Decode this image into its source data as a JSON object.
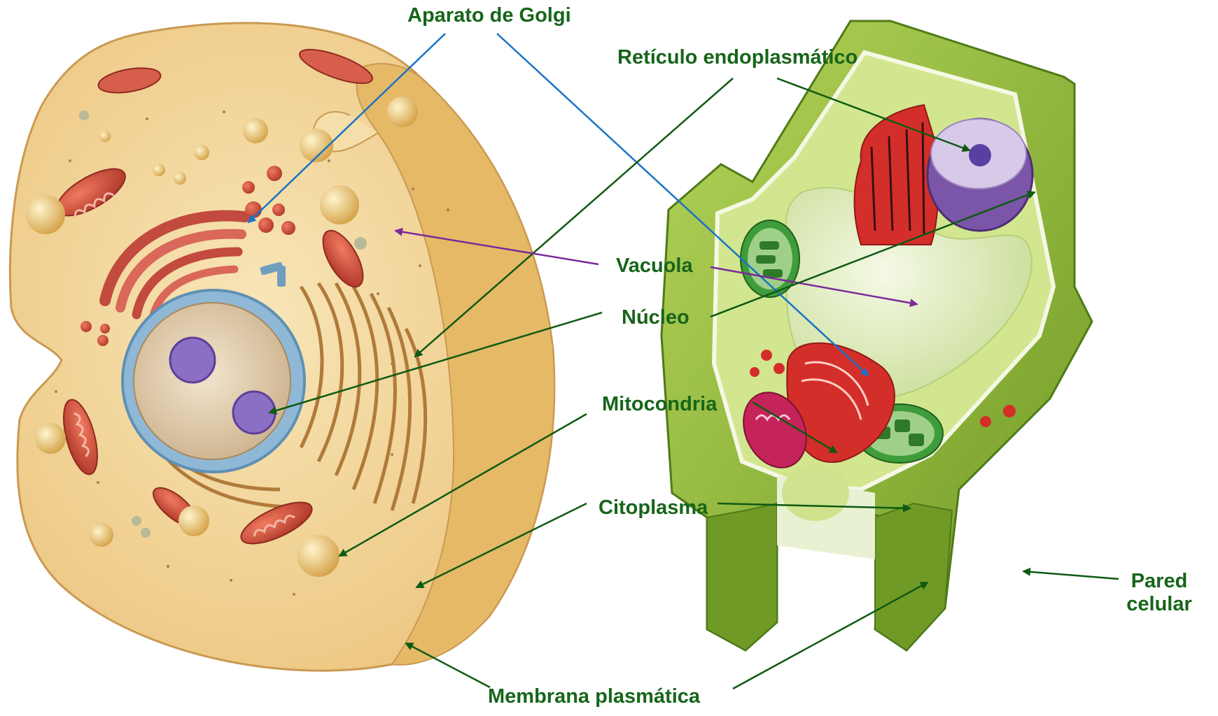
{
  "labels": {
    "golgi": "Aparato de Golgi",
    "reticulo": "Retículo endoplasmático",
    "vacuola": "Vacuola",
    "nucleo": "Núcleo",
    "mitocondria": "Mitocondria",
    "citoplasma": "Citoplasma",
    "pared_line1": "Pared",
    "pared_line2": "celular",
    "membrana": "Membrana plasmática"
  },
  "colors": {
    "label_text": "#17651a",
    "arrow_green": "#0e5a12",
    "arrow_blue": "#1a73c4",
    "arrow_purple": "#7b2a9a",
    "animal_cytoplasm": "#f3d9a0",
    "animal_membrane": "#e5b86e",
    "plant_wall": "#8ab83a",
    "plant_cytoplasm": "#d2e68f",
    "nucleus_animal": "#e8d6bc",
    "nucleolus": "#8b6fc4",
    "mitochondria": "#c9403a",
    "chloroplast": "#3f9c3a",
    "vacuole": "#e6f0c8"
  }
}
